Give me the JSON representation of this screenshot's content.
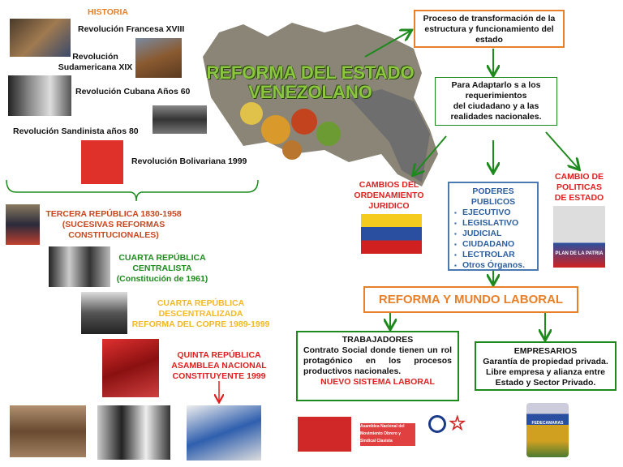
{
  "title": {
    "line1": "REFORMA DEL ESTADO",
    "line2": "VENEZOLANO"
  },
  "history": {
    "heading": "HISTORIA",
    "items": [
      "Revolución Francesa XVIII",
      "Revolución Sudamericana XIX",
      "Revolución Cubana Años 60",
      "Revolución Sandinista años 80",
      "Revolución Bolivariana 1999"
    ]
  },
  "republics": [
    {
      "lines": [
        "TERCERA REPÚBLICA 1830-1958",
        "(SUCESIVAS REFORMAS",
        "CONSTITUCIONALES)"
      ],
      "color": "#c8461e"
    },
    {
      "lines": [
        "CUARTA REPÚBLICA",
        "CENTRALISTA",
        "(Constitución de 1961)"
      ],
      "color": "#1e8a1e"
    },
    {
      "lines": [
        "CUARTA REPÚBLICA",
        "DESCENTRALIZADA",
        "REFORMA DEL COPRE 1989-1999"
      ],
      "color": "#f2b824"
    },
    {
      "lines": [
        "QUINTA REPÚBLICA",
        "ASAMBLEA NACIONAL",
        "CONSTITUYENTE 1999"
      ],
      "color": "#e02020"
    }
  ],
  "definition": {
    "text": "Proceso de transformación de la estructura y funcionamiento del estado"
  },
  "purpose": {
    "lines": [
      "Para Adaptarlo s a los",
      "requerimientos",
      "del ciudadano  y a las",
      "realidades nacionales."
    ]
  },
  "legal_changes": {
    "lines": [
      "CAMBIOS DEL",
      "ORDENAMIENTO",
      "JURIDICO"
    ]
  },
  "public_powers": {
    "heading_lines": [
      "PODERES",
      "PUBLICOS"
    ],
    "items": [
      "EJECUTIVO",
      "LEGISLATIVO",
      "JUDICIAL",
      "CIUDADANO",
      "LECTROLAR",
      "Otros Órganos."
    ]
  },
  "policy_changes": {
    "lines": [
      "CAMBIO DE",
      "POLITICAS",
      "DE ESTADO"
    ],
    "image_caption": "PLAN DE LA PATRIA"
  },
  "labor_reform": {
    "title": "REFORMA Y MUNDO LABORAL"
  },
  "workers": {
    "heading": "TRABAJADORES",
    "text": "Contrato Social donde tienen un rol protagónico en los procesos productivos nacionales.",
    "highlight": "NUEVO SISTEMA LABORAL"
  },
  "employers": {
    "heading": "EMPRESARIOS",
    "lines": [
      "Garantía de propiedad privada.",
      "Libre empresa y alianza entre",
      "Estado y Sector Privado."
    ]
  },
  "logos": {
    "asamblea": "Asamblea Nacional del Movimiento Obrero y Sindical Clasista",
    "fedecamaras": "FEDECAMARAS"
  },
  "colors": {
    "green": "#1e8a1e",
    "orange": "#e8802a",
    "red": "#e02020",
    "blue": "#2f5f9e",
    "title_green": "#8cc63f"
  }
}
